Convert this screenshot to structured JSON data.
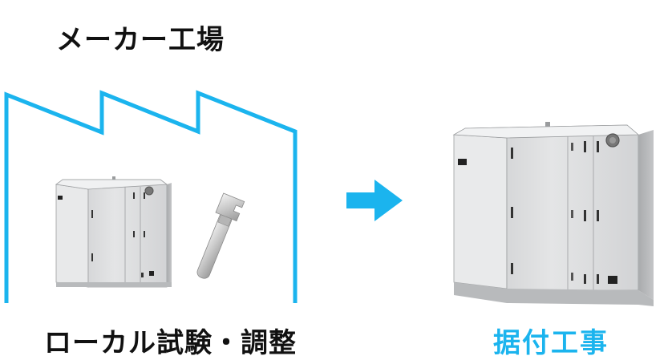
{
  "labels": {
    "factory": "メーカー工場",
    "local_test": "ローカル試験・調整",
    "installation": "据付工事"
  },
  "colors": {
    "factory_outline": "#1bb4ee",
    "arrow": "#1bb4ee",
    "installation_text": "#1bb4ee",
    "cabinet_body": "#d7d8d9",
    "cabinet_edge": "#8c8e90"
  },
  "icons": {
    "factory": "factory-outline-icon",
    "arrow": "right-arrow-icon",
    "tool": "wrench-icon"
  }
}
